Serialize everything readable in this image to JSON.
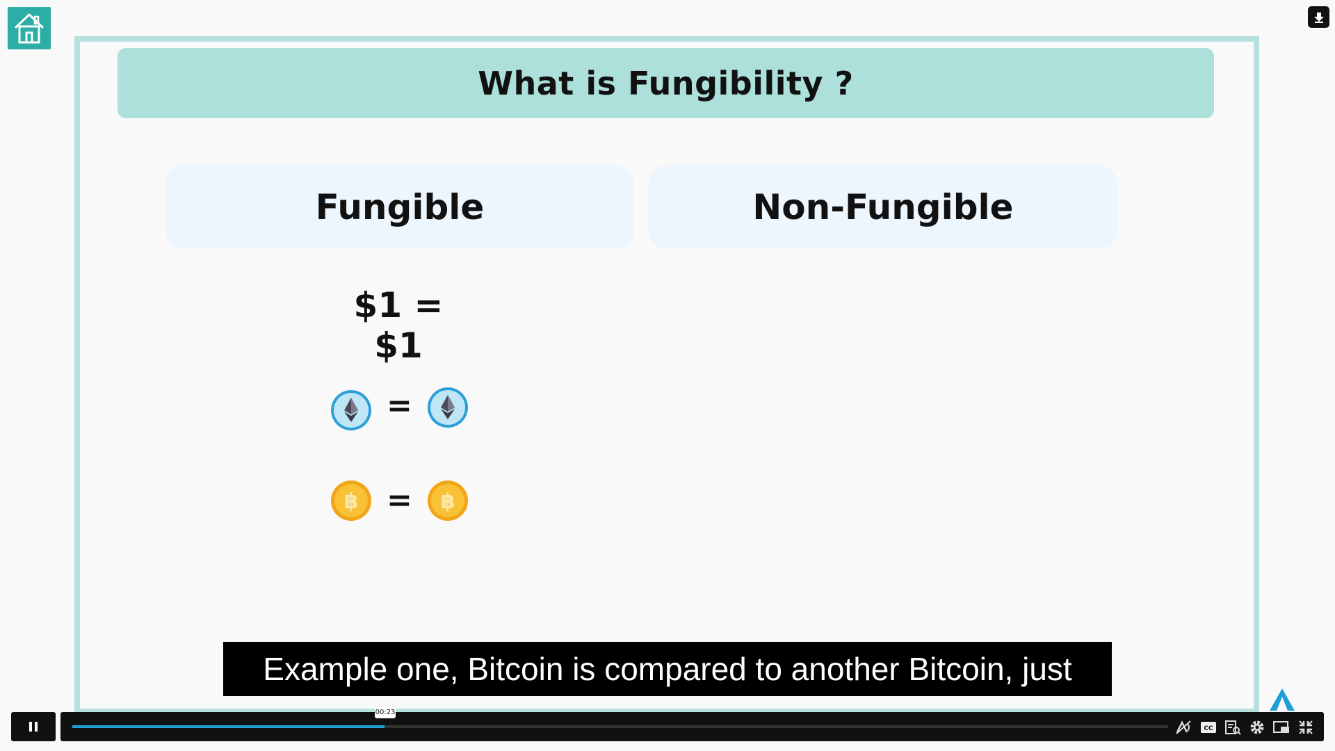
{
  "slide": {
    "title": "What is Fungibility ?",
    "columns": [
      {
        "label": "Fungible"
      },
      {
        "label": "Non-Fungible"
      }
    ],
    "fungible_examples": {
      "text_equation": "$1 = $1",
      "eq_symbol": "=",
      "rows": [
        {
          "left_icon": "ethereum-coin-icon",
          "right_icon": "ethereum-coin-icon"
        },
        {
          "left_icon": "bitcoin-coin-icon",
          "right_icon": "bitcoin-coin-icon"
        }
      ]
    }
  },
  "subtitle": {
    "text": "Example one, Bitcoin is compared to another Bitcoin, just"
  },
  "player": {
    "current_time": "00:23",
    "progress": 0.285,
    "accent_color": "#1f9fd6",
    "icons": [
      "home-icon",
      "download-icon",
      "pause-icon",
      "audio-description-icon",
      "closed-captions-icon",
      "transcript-icon",
      "settings-icon",
      "picture-in-picture-icon",
      "exit-fullscreen-icon"
    ]
  },
  "colors": {
    "frame": "#b7e1de",
    "title_bg": "#addfdb",
    "column_bg": "#edf5fd",
    "home_bg": "#2aaea6"
  }
}
